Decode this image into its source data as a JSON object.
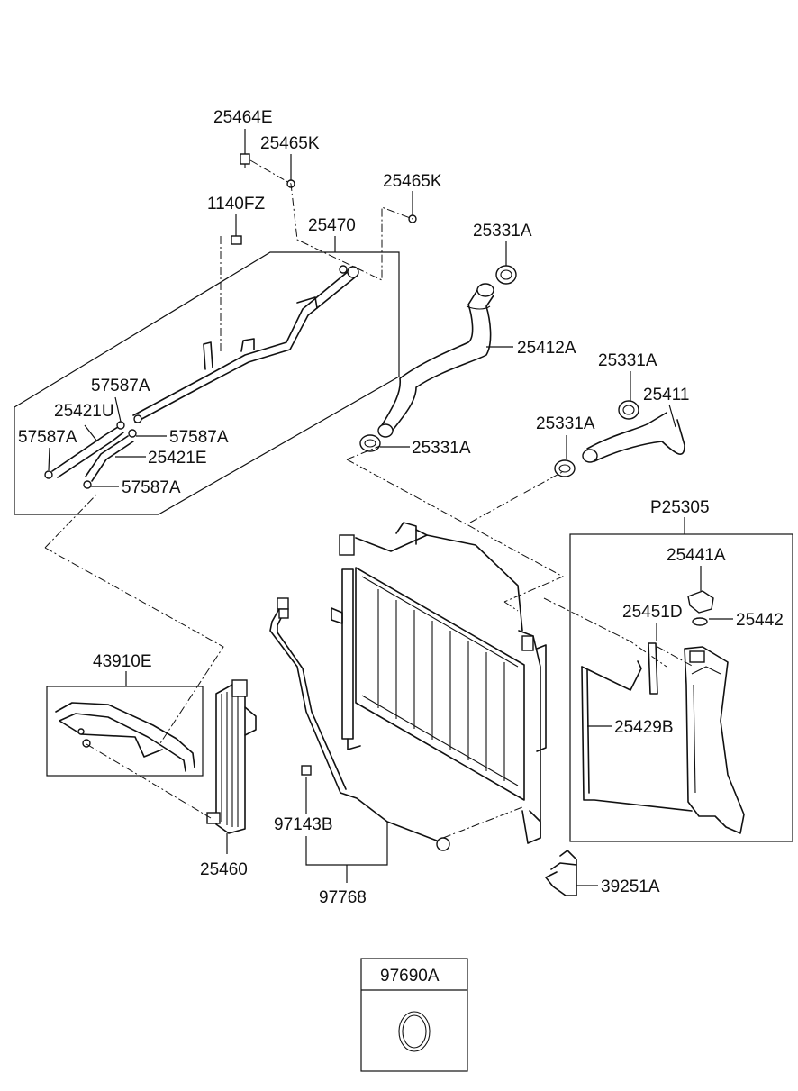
{
  "labels": {
    "p25464E": "25464E",
    "p25465K_a": "25465K",
    "p25465K_b": "25465K",
    "p1140FZ": "1140FZ",
    "p25470": "25470",
    "p25331A_top": "25331A",
    "p25412A": "25412A",
    "p25331A_r": "25331A",
    "p25411": "25411",
    "p57587A_1": "57587A",
    "p25421U": "25421U",
    "p57587A_2": "57587A",
    "p57587A_3": "57587A",
    "p25421E": "25421E",
    "p57587A_4": "57587A",
    "p25331A_mid": "25331A",
    "p25331A_low": "25331A",
    "p25305": "P25305",
    "p25441A": "25441A",
    "p25451D": "25451D",
    "p25442": "25442",
    "p25429B": "25429B",
    "p43910E": "43910E",
    "p25460": "25460",
    "p97143B": "97143B",
    "p97768": "97768",
    "p39251A": "39251A",
    "p97690A": "97690A"
  }
}
